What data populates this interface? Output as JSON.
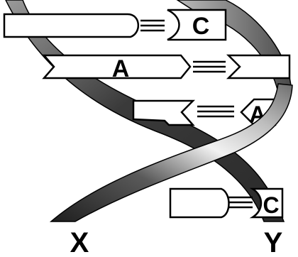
{
  "bases": {
    "row1_right": "C",
    "row2_left": "A",
    "row3_right": "A",
    "row4_right": "C"
  },
  "strand_labels": {
    "left": "X",
    "right": "Y"
  },
  "colors": {
    "backbone_dark": "#3a3a3a",
    "backbone_light": "#d8d8d8",
    "outline": "#000000",
    "base_fill": "#ffffff"
  }
}
